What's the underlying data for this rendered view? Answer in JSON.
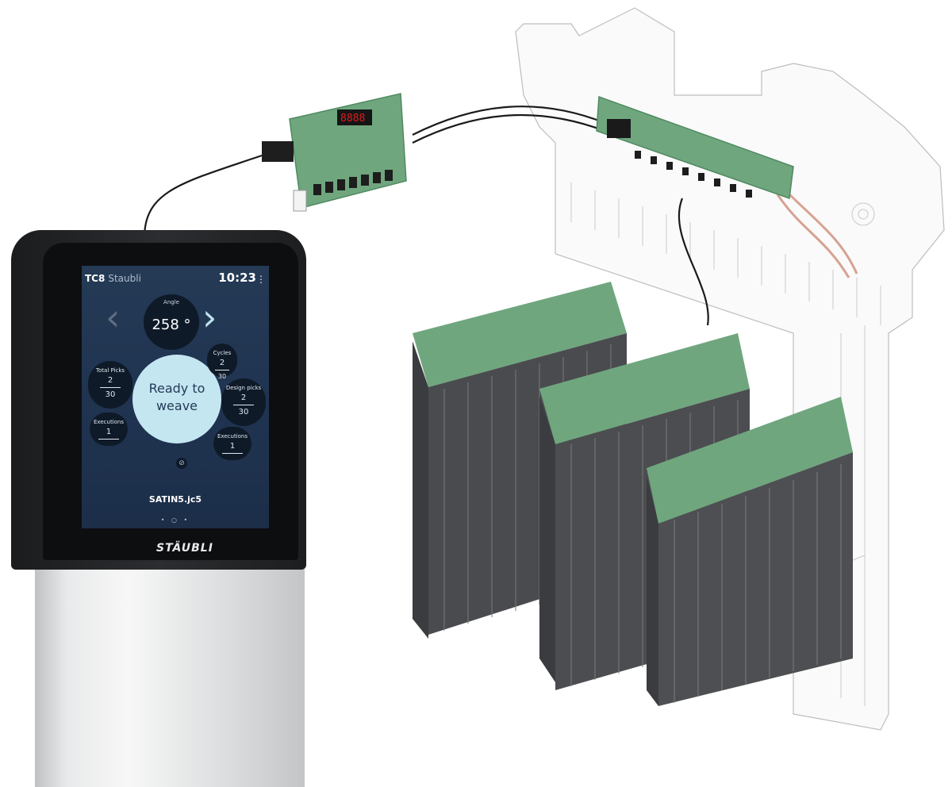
{
  "display": {
    "brand": "TC8",
    "app_name": "Staubli",
    "clock": "10:23",
    "menu_icon": "kebab-menu-icon",
    "angle": {
      "label": "Angle",
      "value": "258 °"
    },
    "prev_icon": "chevron-left-icon",
    "next_icon": "chevron-right-icon",
    "counters": {
      "total_picks": {
        "label": "Total Picks",
        "value": "2",
        "total": "30"
      },
      "executions_left": {
        "label": "Executions",
        "value": "1",
        "total": ""
      },
      "cycles": {
        "label": "Cycles",
        "value": "2",
        "total": "30"
      },
      "design_picks": {
        "label": "Design picks",
        "value": "2",
        "total": "30"
      },
      "executions_right": {
        "label": "Executions",
        "value": "1",
        "total": ""
      }
    },
    "status": {
      "line1": "Ready to",
      "line2": "weave"
    },
    "status_icon": "eye-off-icon",
    "file_name": "SATIN5.jc5",
    "pager": "• ○ •",
    "page_count": 3,
    "current_page": 2
  },
  "hardware": {
    "controller_logo": "STÄUBLI",
    "digital_display": "8888",
    "colors": {
      "pcb": "#6fa67e",
      "pcb_dark": "#4f8a60",
      "plate": "#f4f4f4",
      "module": "#2f3033",
      "led": "#e01b1b"
    }
  }
}
